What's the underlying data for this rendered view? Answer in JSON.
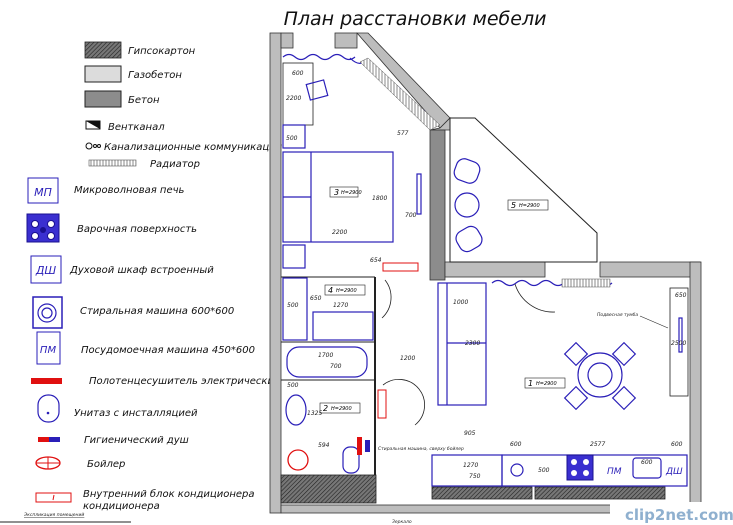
{
  "title": "План расстановки мебели",
  "legend": {
    "materials": [
      {
        "label": "Гипсокартон"
      },
      {
        "label": "Газобетон"
      },
      {
        "label": "Бетон"
      },
      {
        "label": "Вентканал"
      },
      {
        "label": "Канализационные коммуникации"
      },
      {
        "label": "Радиатор"
      }
    ],
    "appliances": [
      {
        "code": "МП",
        "label": "Микроволновая печь"
      },
      {
        "label": "Варочная поверхность"
      },
      {
        "code": "ДШ",
        "label": "Духовой шкаф встроенный"
      },
      {
        "label": "Стиральная машина 600*600"
      },
      {
        "code": "ПМ",
        "label": "Посудомоечная машина 450*600"
      },
      {
        "label": "Полотенцесушитель электрический"
      },
      {
        "label": "Унитаз с инсталляцией"
      },
      {
        "label": "Гигиенический душ"
      },
      {
        "label": "Бойлер"
      },
      {
        "label": "Внутренний блок кондиционера"
      }
    ],
    "explication_title": "Экспликация помещений"
  },
  "colors": {
    "furniture": "#2a1fb8",
    "accent_red": "#e01010",
    "concrete": "#8c8c8c",
    "aerated": "#d6d6d6"
  },
  "rooms": [
    {
      "number": "1",
      "height": "H=2900"
    },
    {
      "number": "2",
      "height": "H=2900"
    },
    {
      "number": "3",
      "height": "H=2900"
    },
    {
      "number": "4",
      "height": "H=2900"
    },
    {
      "number": "5",
      "height": "H=2900"
    }
  ],
  "dims": [
    "600",
    "2200",
    "577",
    "500",
    "1800",
    "2200",
    "700",
    "654",
    "500",
    "1270",
    "650",
    "1000",
    "2300",
    "1200",
    "1700",
    "700",
    "500",
    "1325",
    "594",
    "905",
    "1270",
    "750",
    "600",
    "2577",
    "500",
    "600",
    "600",
    "2500",
    "650"
  ],
  "annotations": {
    "hanging_cabinet": "Подвесная тумба",
    "washer_note": "Стиральная машина, сверху бойлер",
    "mirror": "Зеркало",
    "appliance_codes": [
      "ПМ",
      "ДШ"
    ]
  },
  "watermark": "clip2net.com"
}
